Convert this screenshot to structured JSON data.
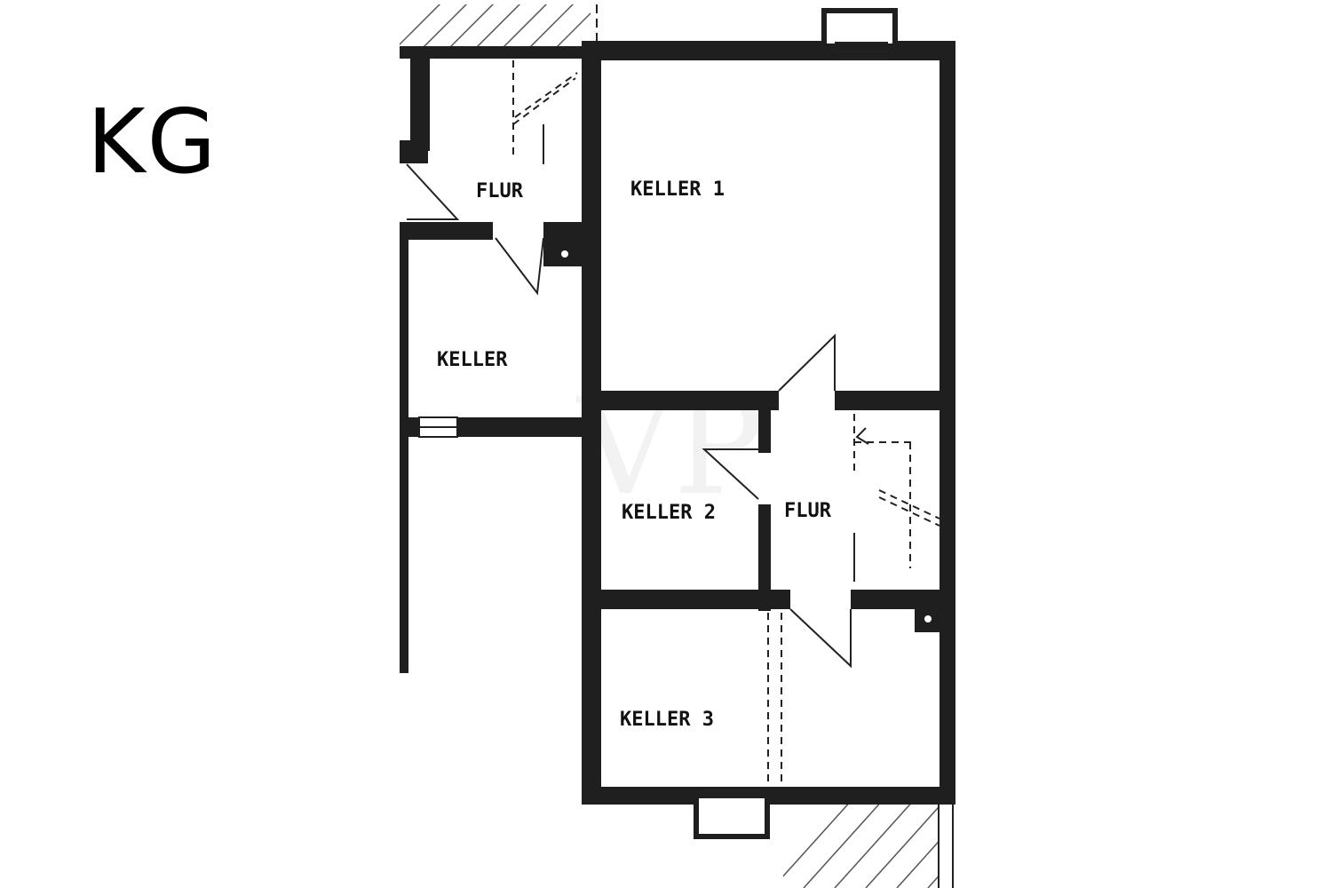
{
  "floor": {
    "label": "KG"
  },
  "rooms": {
    "flur_top": "FLUR",
    "keller_1": "KELLER 1",
    "keller_left": "KELLER",
    "keller_2": "KELLER 2",
    "flur_mid": "FLUR",
    "keller_3": "KELLER 3"
  },
  "watermark": "VP"
}
